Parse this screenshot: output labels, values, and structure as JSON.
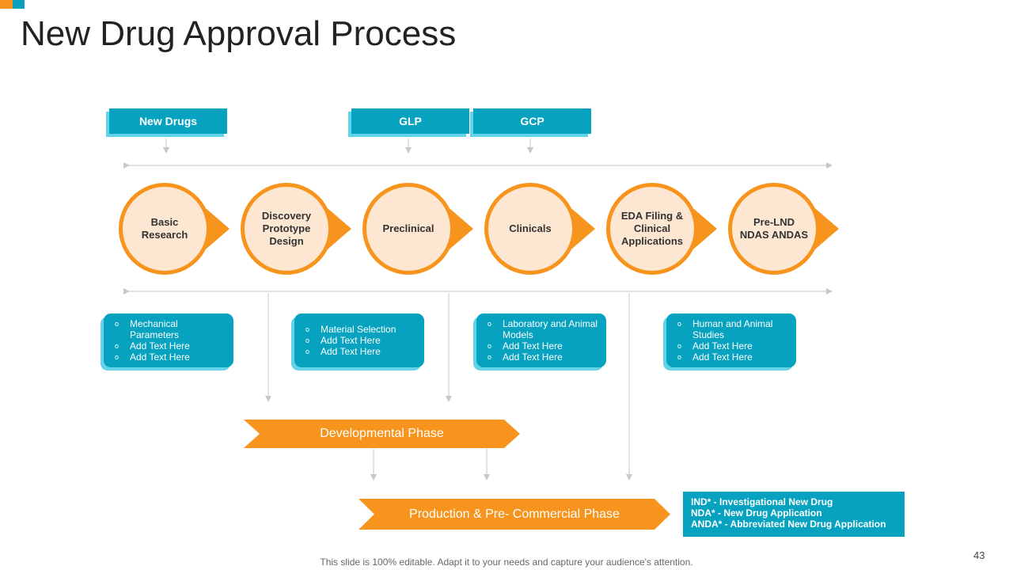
{
  "title": "New Drug Approval Process",
  "tags": [
    "New Drugs",
    "GLP",
    "GCP"
  ],
  "stages": [
    [
      "Basic",
      "Research"
    ],
    [
      "Discovery",
      "Prototype",
      "Design"
    ],
    [
      "Preclinical"
    ],
    [
      "Clinicals"
    ],
    [
      "EDA  Filing &",
      "Clinical",
      "Applications"
    ],
    [
      "Pre-LND",
      "NDAS  ANDAS"
    ]
  ],
  "notes": [
    [
      "Mechanical Parameters",
      "Add Text Here",
      "Add Text Here"
    ],
    [
      "Material Selection",
      "Add Text Here",
      "Add Text Here"
    ],
    [
      "Laboratory and Animal Models",
      "Add Text Here",
      "Add Text Here"
    ],
    [
      "Human and Animal Studies",
      "Add Text Here",
      "Add Text Here"
    ]
  ],
  "bullet_glyph": "o",
  "phases": {
    "developmental": "Developmental Phase",
    "production": "Production & Pre- Commercial Phase"
  },
  "legend": [
    "IND*  - Investigational  New Drug",
    "NDA*  - New Drug  Application",
    "ANDA*  - Abbreviated  New Drug Application"
  ],
  "footer": "This slide is 100% editable. Adapt it to your needs and capture your audience's attention.",
  "page_number": "43",
  "colors": {
    "orange": "#f7941d",
    "teal": "#06a2bf",
    "light_teal": "#62d3e8",
    "peach": "#fde6d2"
  }
}
